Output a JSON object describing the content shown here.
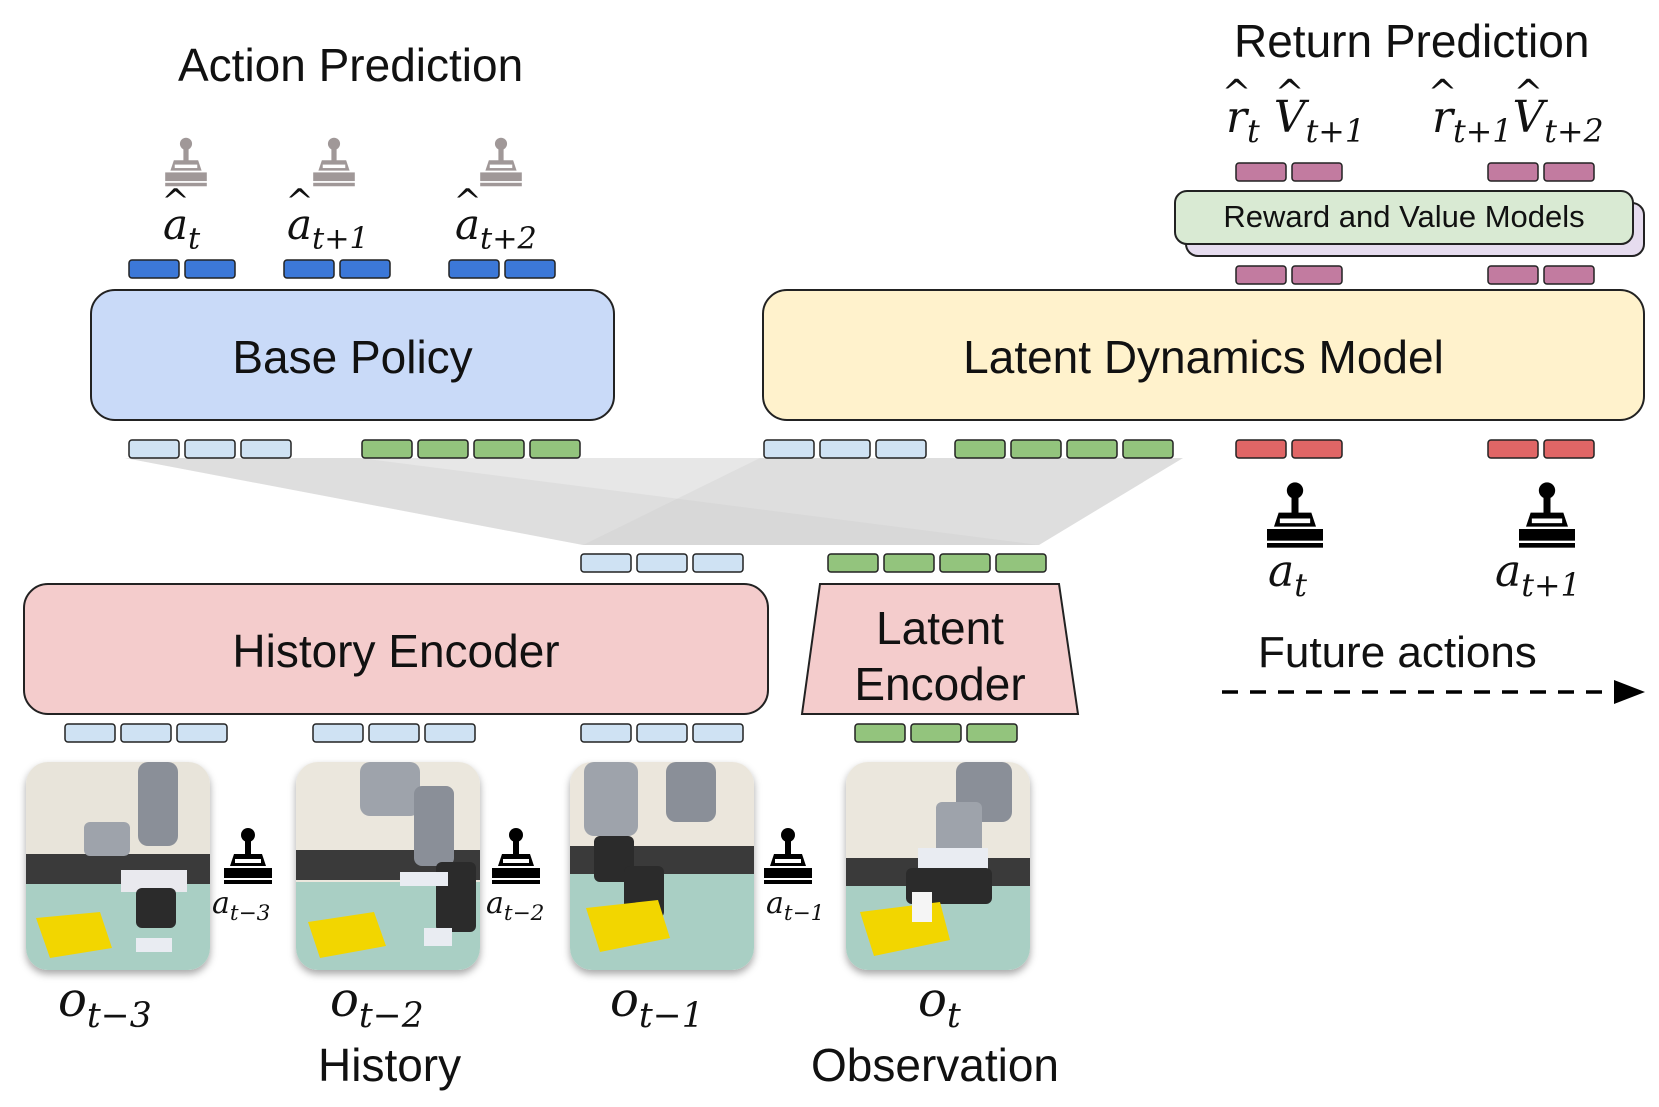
{
  "headings": {
    "action_prediction": "Action Prediction",
    "return_prediction": "Return Prediction",
    "future_actions": "Future actions",
    "history": "History",
    "observation": "Observation"
  },
  "modules": {
    "base_policy": "Base Policy",
    "latent_dynamics_model": "Latent Dynamics Model",
    "history_encoder": "History Encoder",
    "latent_encoder_line1": "Latent",
    "latent_encoder_line2": "Encoder",
    "reward_value_models": "Reward and Value Models"
  },
  "predicted_actions": [
    {
      "base": "a",
      "sub": "t"
    },
    {
      "base": "a",
      "sub": "t+1"
    },
    {
      "base": "a",
      "sub": "t+2"
    }
  ],
  "returns": [
    {
      "r_sub": "t",
      "v_sub": "t+1"
    },
    {
      "r_sub": "t+1",
      "v_sub": "t+2"
    }
  ],
  "future_actions": [
    {
      "base": "a",
      "sub": "t"
    },
    {
      "base": "a",
      "sub": "t+1"
    }
  ],
  "history_actions": [
    "t−3",
    "t−2",
    "t−1"
  ],
  "observations": [
    {
      "base": "o",
      "sub": "t−3"
    },
    {
      "base": "o",
      "sub": "t−2"
    },
    {
      "base": "o",
      "sub": "t−1"
    },
    {
      "base": "o",
      "sub": "t"
    }
  ],
  "colors": {
    "base_policy_fill": "#c9daf8",
    "dynamics_fill": "#fff2cc",
    "encoder_fill": "#f4cccc",
    "reward_fill": "#d9ead3",
    "token_action_pred": "#3c78d8",
    "token_history": "#cfe2f3",
    "token_latent": "#93c47d",
    "token_return": "#c27ba0",
    "token_future_action": "#e06666",
    "joystick_gray": "#a09898",
    "joystick_black": "#000000"
  }
}
